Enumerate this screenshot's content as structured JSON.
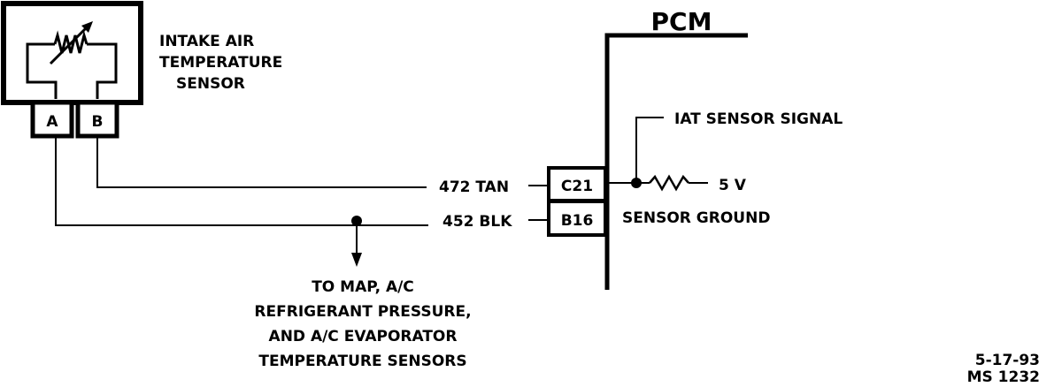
{
  "colors": {
    "ink": "#000000",
    "paper": "#ffffff"
  },
  "sensor": {
    "name_lines": [
      "INTAKE AIR",
      "TEMPERATURE",
      "SENSOR"
    ],
    "pin_a": "A",
    "pin_b": "B",
    "element_icon": "variable-resistor-icon"
  },
  "pcm": {
    "title": "PCM",
    "pin_c21": "C21",
    "pin_b16": "B16",
    "signal_label": "IAT SENSOR SIGNAL",
    "ground_label": "SENSOR GROUND",
    "voltage_label": "5 V",
    "pullup_icon": "resistor-icon"
  },
  "wires": {
    "tan": "472 TAN",
    "blk": "452 BLK"
  },
  "note": {
    "lines": [
      "TO MAP, A/C",
      "REFRIGERANT PRESSURE,",
      "AND A/C EVAPORATOR",
      "TEMPERATURE SENSORS"
    ]
  },
  "footer": {
    "date": "5-17-93",
    "code": "MS 1232"
  }
}
